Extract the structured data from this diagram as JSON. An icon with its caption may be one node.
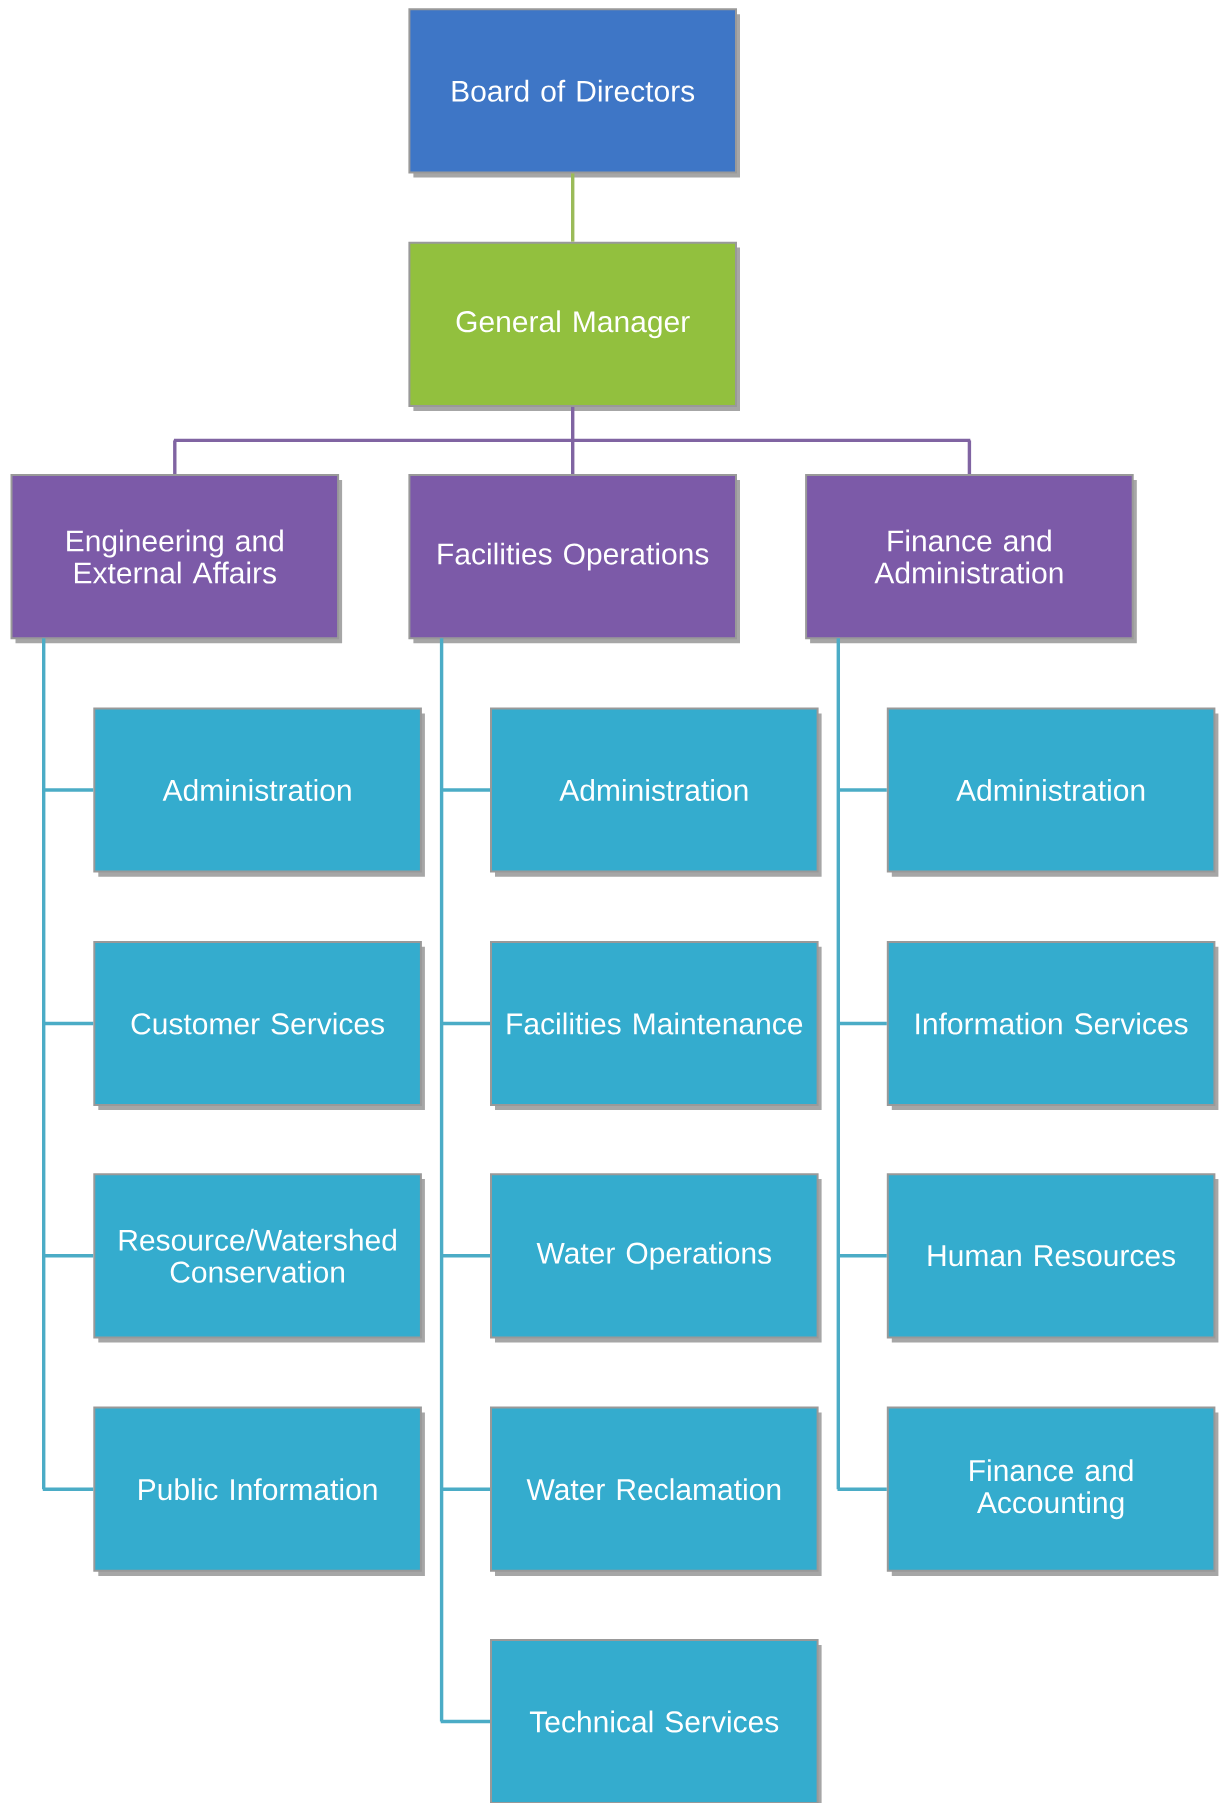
{
  "diagram": {
    "nodes": [
      {
        "text": [
          "Board of Directors"
        ]
      },
      {
        "text": [
          "General Manager"
        ]
      },
      {
        "text": [
          "Engineering and External Affairs"
        ]
      },
      {
        "text": [
          "Facilities Operations"
        ]
      },
      {
        "text": [
          "Finance and Administration"
        ]
      },
      {
        "text": [
          "Administration"
        ]
      },
      {
        "text": [
          "Customer Services"
        ]
      },
      {
        "text": [
          "Resource/Watershed Conservation"
        ]
      },
      {
        "text": [
          "Public Information"
        ]
      },
      {
        "text": [
          "Administration"
        ]
      },
      {
        "text": [
          "Facilities Maintenance"
        ]
      },
      {
        "text": [
          "Water Operations"
        ]
      },
      {
        "text": [
          "Water Reclamation"
        ]
      },
      {
        "text": [
          "Technical Services"
        ]
      },
      {
        "text": [
          "Administration"
        ]
      },
      {
        "text": [
          "Information Services"
        ]
      },
      {
        "text": [
          "Human Resources"
        ]
      },
      {
        "text": [
          "Finance and Accounting"
        ]
      }
    ],
    "edges": [
      {
        "from": 0,
        "to": 1,
        "arrow": "none",
        "color": "#9bbb59"
      },
      {
        "from": 1,
        "to": 2,
        "arrow": "none",
        "color": "#8064a2"
      },
      {
        "from": 1,
        "to": 3,
        "arrow": "none",
        "color": "#8064a2"
      },
      {
        "from": 1,
        "to": 4,
        "arrow": "none",
        "color": "#8064a2"
      },
      {
        "from": 2,
        "to": 5,
        "arrow": "none"
      },
      {
        "from": 2,
        "to": 6,
        "arrow": "none"
      },
      {
        "from": 2,
        "to": 7,
        "arrow": "none"
      },
      {
        "from": 2,
        "to": 8,
        "arrow": "none"
      },
      {
        "from": 3,
        "to": 9,
        "arrow": "none"
      },
      {
        "from": 3,
        "to": 10,
        "arrow": "none"
      },
      {
        "from": 3,
        "to": 11,
        "arrow": "none"
      },
      {
        "from": 3,
        "to": 12,
        "arrow": "none"
      },
      {
        "from": 3,
        "to": 13,
        "arrow": "none"
      },
      {
        "from": 4,
        "to": 14,
        "arrow": "none"
      },
      {
        "from": 4,
        "to": 15,
        "arrow": "none"
      },
      {
        "from": 4,
        "to": 16,
        "arrow": "none"
      },
      {
        "from": 4,
        "to": 17,
        "arrow": "none"
      }
    ]
  }
}
